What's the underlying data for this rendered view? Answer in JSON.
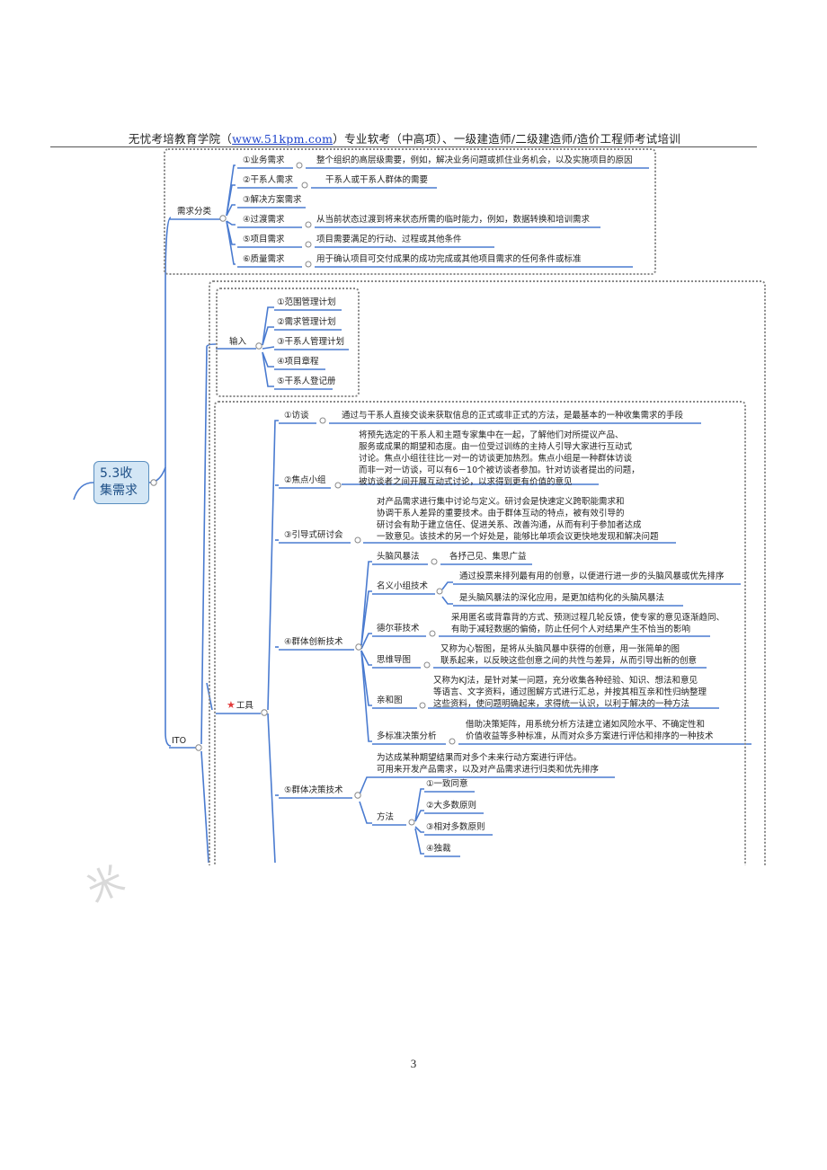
{
  "header": {
    "text_before": "无忧考培教育学院（",
    "link": "www.51kpm.com",
    "text_after": "）专业软考（中高项）、一级建造师/二级建造师/造价工程师考试培训"
  },
  "root": "5.3收集需求",
  "req_class": {
    "label": "需求分类",
    "items": [
      {
        "name": "①业务需求",
        "desc": "整个组织的高层级需要，例如，解决业务问题或抓住业务机会，以及实施项目的原因"
      },
      {
        "name": "②干系人需求",
        "desc": "干系人或干系人群体的需要"
      },
      {
        "name": "③解决方案需求",
        "desc": ""
      },
      {
        "name": "④过渡需求",
        "desc": "从当前状态过渡到将来状态所需的临时能力，例如，数据转换和培训需求"
      },
      {
        "name": "⑤项目需求",
        "desc": "项目需要满足的行动、过程或其他条件"
      },
      {
        "name": "⑥质量需求",
        "desc": "用于确认项目可交付成果的成功完成或其他项目需求的任何条件或标准"
      }
    ]
  },
  "ito": {
    "label": "ITO",
    "input": {
      "label": "输入",
      "items": [
        "①范围管理计划",
        "②需求管理计划",
        "③干系人管理计划",
        "④项目章程",
        "⑤干系人登记册"
      ]
    },
    "tools": {
      "label": "工具",
      "interview": {
        "name": "①访谈",
        "desc": "通过与干系人直接交谈来获取信息的正式或非正式的方法，是最基本的一种收集需求的手段"
      },
      "focus_group": {
        "name": "②焦点小组",
        "desc": [
          "将预先选定的干系人和主题专家集中在一起，了解他们对所提议产品、",
          "服务或成果的期望和态度。由一位受过训练的主持人引导大家进行互动式",
          "讨论。焦点小组往往比一对一的访谈更加热烈。焦点小组是一种群体访谈",
          "而非一对一访谈，可以有6－10个被访谈者参加。针对访谈者提出的问题，",
          "被访谈者之间开展互动式讨论，以求得到更有价值的意见"
        ]
      },
      "workshop": {
        "name": "③引导式研讨会",
        "desc": [
          "对产品需求进行集中讨论与定义。研讨会是快速定义跨职能需求和",
          "协调干系人差异的重要技术。由于群体互动的特点，被有效引导的",
          "研讨会有助于建立信任、促进关系、改善沟通，从而有利于参加者达成",
          "一致意见。该技术的另一个好处是，能够比单项会议更快地发现和解决问题"
        ]
      },
      "creativity": {
        "name": "④群体创新技术",
        "brainstorm": {
          "name": "头脑风暴法",
          "desc": "各抒己见、集思广益"
        },
        "nominal": {
          "name": "名义小组技术",
          "desc1": "通过投票来排列最有用的创意，以便进行进一步的头脑风暴或优先排序",
          "desc2": "是头脑风暴法的深化应用，是更加结构化的头脑风暴法"
        },
        "delphi": {
          "name": "德尔菲技术",
          "desc": [
            "采用匿名或背靠背的方式、预测过程几轮反馈，使专家的意见逐渐趋同、",
            "有助于减轻数据的偏倚，防止任何个人对结果产生不恰当的影响"
          ]
        },
        "mindmap": {
          "name": "思维导图",
          "desc": [
            "又称为心智图，是将从头脑风暴中获得的创意，用一张简单的图",
            "联系起来，以反映这些创意之间的共性与差异，从而引导出新的创意"
          ]
        },
        "affinity": {
          "name": "亲和图",
          "desc": [
            "又称为KJ法，是针对某一问题，充分收集各种经验、知识、想法和意见",
            "等语言、文字资料，通过图解方式进行汇总，并按其相互亲和性归纳整理",
            "这些资料，使问题明确起来，求得统一认识，以利于解决的一种方法"
          ]
        },
        "mcda": {
          "name": "多标准决策分析",
          "desc": [
            "借助决策矩阵，用系统分析方法建立诸如风险水平、不确定性和",
            "价值收益等多种标准，从而对众多方案进行评估和排序的一种技术"
          ]
        }
      },
      "decision": {
        "name": "⑤群体决策技术",
        "desc": [
          "为达成某种期望结果而对多个未来行动方案进行评估。",
          "可用来开发产品需求，以及对产品需求进行归类和优先排序"
        ],
        "method_label": "方法",
        "methods": [
          "①一致同意",
          "②大多数原则",
          "③相对多数原则",
          "④独裁"
        ]
      }
    }
  },
  "page_number": "3",
  "colors": {
    "line": "#4a7bd0",
    "underline": "#4a7bd0",
    "root_fill": "#d3e6f5"
  }
}
